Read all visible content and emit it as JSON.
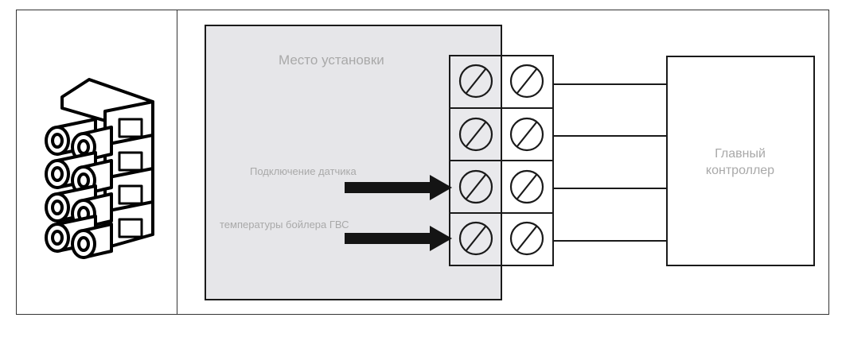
{
  "labels": {
    "install_place": "Место установки",
    "sensor_line1": "Подключение датчика",
    "sensor_line2": "температуры бойлера ГВС",
    "controller_line1": "Главный",
    "controller_line2": "контроллер"
  },
  "icons": {
    "terminal_block": "terminal-block-icon",
    "screw": "screw-icon",
    "arrow": "arrow-right-icon"
  },
  "colors": {
    "install_area": "#e6e6e9",
    "terminal_cell": "#e9e9ec",
    "text_gray": "#a9a9a9",
    "line": "#1a1a1a",
    "arrow": "#141414",
    "table_border": "#333333"
  }
}
